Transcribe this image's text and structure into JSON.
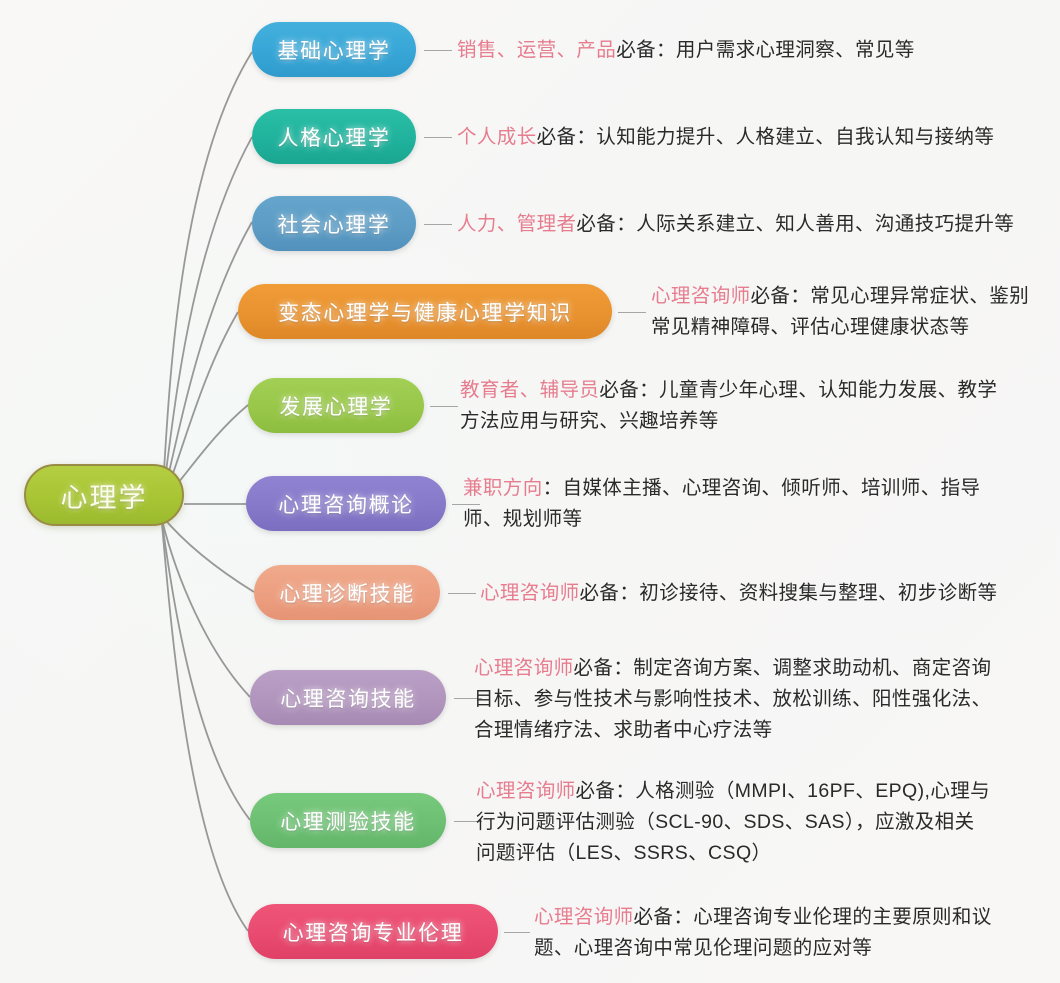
{
  "diagram": {
    "title": "心理学 思维导图",
    "background_color": "#f8f7f6",
    "connector_color": "#7e7e7e",
    "tag_color": "#e4697e",
    "text_color": "#2a2a2a"
  },
  "root": {
    "label": "心理学",
    "color": "#a8c534",
    "border_color": "#9a8c44"
  },
  "branches": [
    {
      "label": "基础心理学",
      "color": "#36a5d6",
      "tag": "销售、运营、产品",
      "lines": [
        {
          "tag": "销售、运营、产品",
          "text": "必备：用户需求心理洞察、常见等"
        }
      ]
    },
    {
      "label": "人格心理学",
      "color": "#1fb19b",
      "tag": "个人成长",
      "lines": [
        {
          "tag": "个人成长",
          "text": "必备：认知能力提升、人格建立、自我认知与接纳等"
        }
      ]
    },
    {
      "label": "社会心理学",
      "color": "#5b9bc4",
      "tag": "人力、管理者",
      "lines": [
        {
          "tag": "人力、管理者",
          "text": "必备：人际关系建立、知人善用、沟通技巧提升等"
        }
      ]
    },
    {
      "label": "变态心理学与健康心理学知识",
      "color": "#e8912f",
      "tag": "心理咨询师",
      "lines": [
        {
          "tag": "心理咨询师",
          "text": "必备：常见心理异常症状、鉴别"
        },
        {
          "tag": "",
          "text": "常见精神障碍、评估心理健康状态等"
        }
      ]
    },
    {
      "label": "发展心理学",
      "color": "#97c648",
      "tag": "教育者、辅导员",
      "lines": [
        {
          "tag": "教育者、辅导员",
          "text": "必备：儿童青少年心理、认知能力发展、教学"
        },
        {
          "tag": "",
          "text": "方法应用与研究、兴趣培养等"
        }
      ]
    },
    {
      "label": "心理咨询概论",
      "color": "#8578c8",
      "tag": "兼职方向",
      "lines": [
        {
          "tag": "兼职方向",
          "text": "：自媒体主播、心理咨询、倾听师、培训师、指导"
        },
        {
          "tag": "",
          "text": "师、规划师等"
        }
      ]
    },
    {
      "label": "心理诊断技能",
      "color": "#ec9e7f",
      "tag": "心理咨询师",
      "lines": [
        {
          "tag": "心理咨询师",
          "text": "必备：初诊接待、资料搜集与整理、初步诊断等"
        }
      ]
    },
    {
      "label": "心理咨询技能",
      "color": "#b094bc",
      "tag": "心理咨询师",
      "lines": [
        {
          "tag": "心理咨询师",
          "text": "必备：制定咨询方案、调整求助动机、商定咨询"
        },
        {
          "tag": "",
          "text": "目标、参与性技术与影响性技术、放松训练、阳性强化法、"
        },
        {
          "tag": "",
          "text": "合理情绪疗法、求助者中心疗法等"
        }
      ]
    },
    {
      "label": "心理测验技能",
      "color": "#6cbf72",
      "tag": "心理咨询师",
      "lines": [
        {
          "tag": "心理咨询师",
          "text": "必备：人格测验（MMPI、16PF、EPQ),心理与"
        },
        {
          "tag": "",
          "text": "行为问题评估测验（SCL-90、SDS、SAS），应激及相关"
        },
        {
          "tag": "",
          "text": "问题评估（LES、SSRS、CSQ）"
        }
      ]
    },
    {
      "label": "心理咨询专业伦理",
      "color": "#e84a6f",
      "tag": "心理咨询师",
      "lines": [
        {
          "tag": "心理咨询师",
          "text": "必备：心理咨询专业伦理的主要原则和议"
        },
        {
          "tag": "",
          "text": "题、心理咨询中常见伦理问题的应对等"
        }
      ]
    }
  ]
}
